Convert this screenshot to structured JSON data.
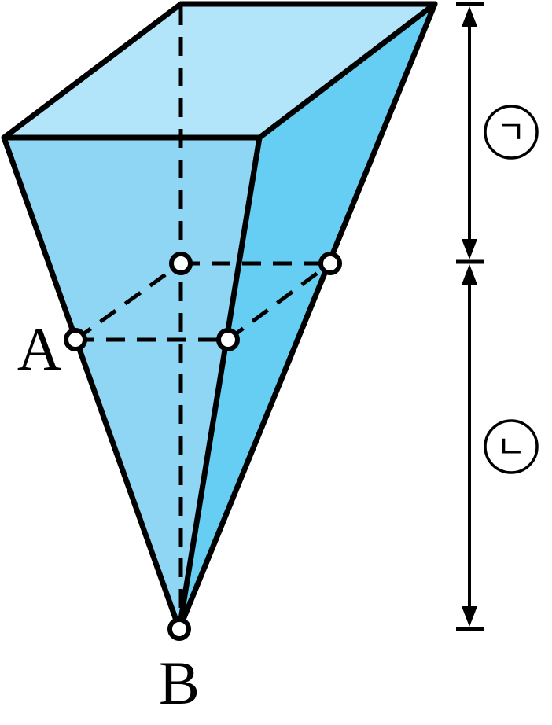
{
  "figure": {
    "point_labels": {
      "a": "A",
      "b": "B"
    },
    "segment_markers": {
      "upper": "ㄱ",
      "lower": "ㄴ"
    },
    "colors": {
      "top_face": "#b3e5fa",
      "front_face": "#8fd6f5",
      "right_face": "#66cdf3",
      "outline": "#000000"
    }
  }
}
